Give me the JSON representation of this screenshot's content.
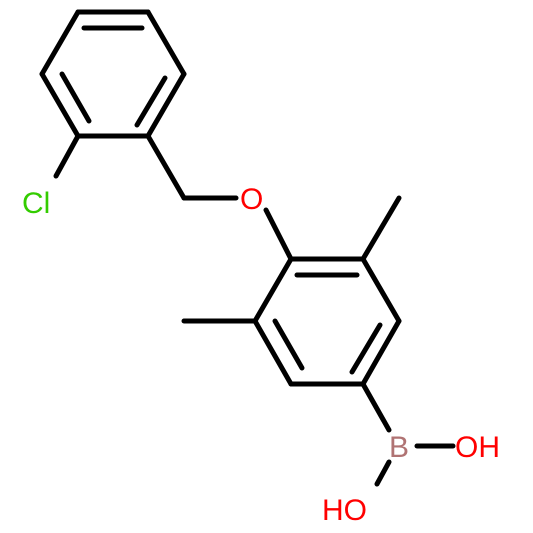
{
  "molecule": {
    "atoms": {
      "cl": {
        "symbol": "Cl",
        "color": "#33cc00"
      },
      "ether_o": {
        "symbol": "O",
        "color": "#ff0000"
      },
      "boron": {
        "symbol": "B",
        "color": "#b07373"
      },
      "oh_right": {
        "symbol": "OH",
        "color": "#ff0000"
      },
      "oh_lower": {
        "symbol": "HO",
        "color": "#ff0000"
      }
    },
    "bond_color": "#000000"
  }
}
